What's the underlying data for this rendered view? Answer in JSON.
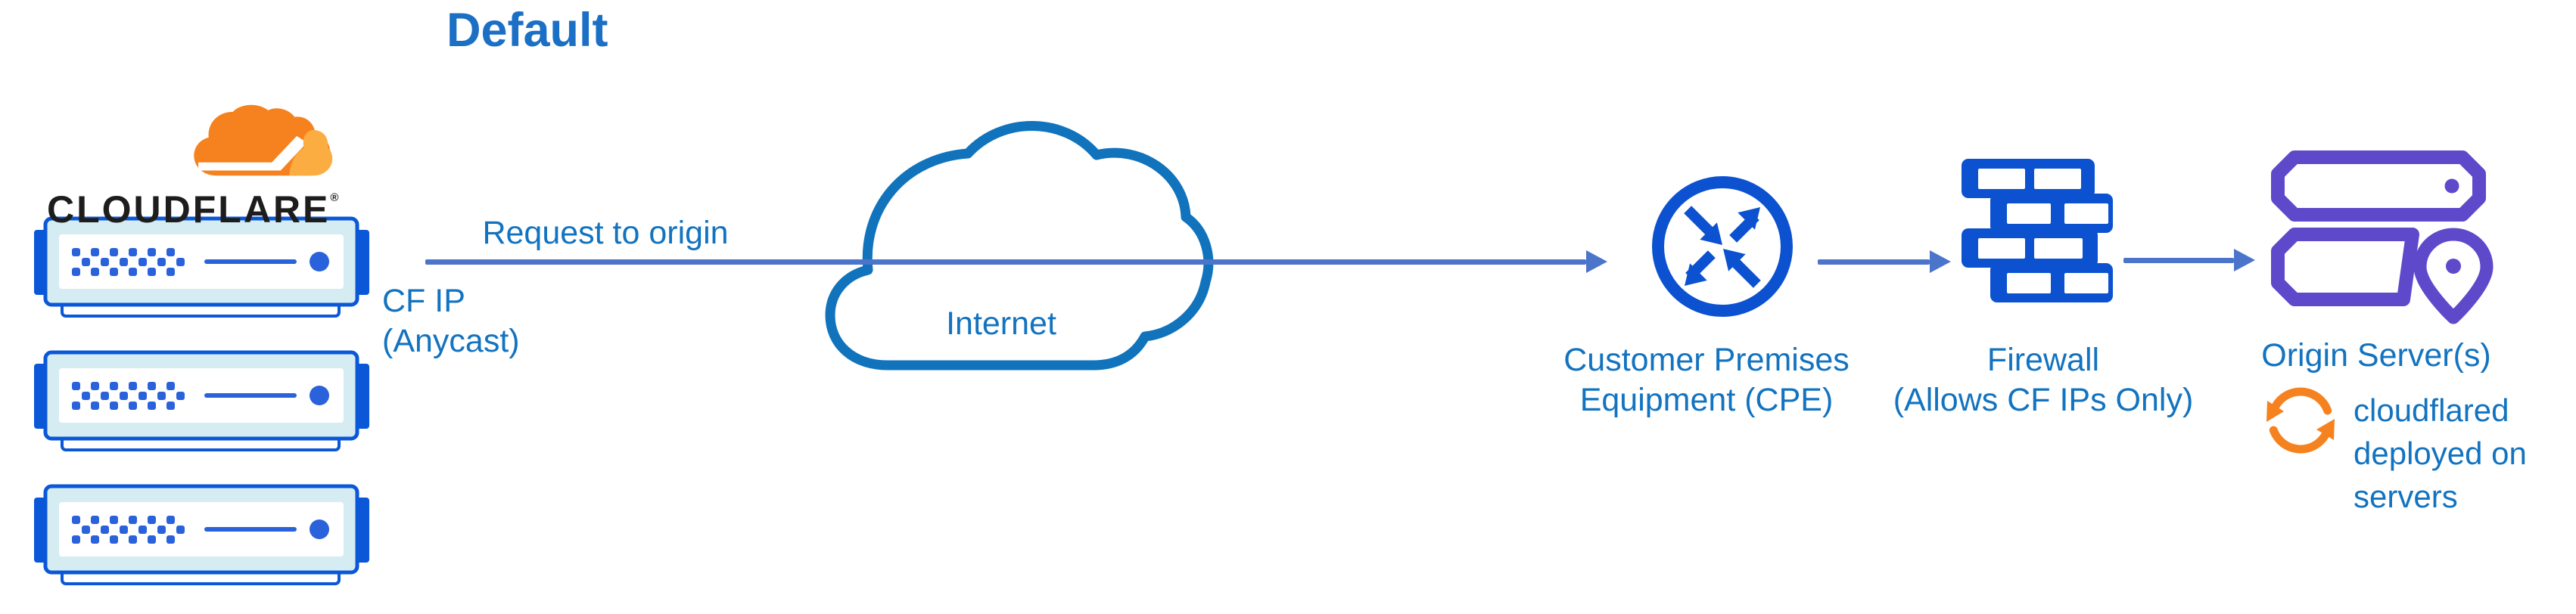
{
  "title": "Default",
  "colors": {
    "text-blue": "#1273C0",
    "title-blue": "#1B6FC4",
    "arrow-blue": "#4B74CB",
    "icon-blue": "#0C52D0",
    "server-blue": "#0A57D8",
    "server-dot-blue": "#2A62DB",
    "server-fill-light": "#D6ECF3",
    "cloud-blue": "#1173BC",
    "origin-purple": "#5F49CB",
    "cf-orange": "#F6821F",
    "cf-orange-light": "#FBAD41",
    "wordmark-black": "#1D1D1D"
  },
  "cloudflare_edge": {
    "wordmark": "CLOUDFLARE",
    "registered_mark": "®",
    "server_count": "3"
  },
  "flow": {
    "request_label": "Request to origin",
    "cf_ip_lines": [
      "CF IP",
      "(Anycast)"
    ]
  },
  "internet": {
    "label": "Internet"
  },
  "cpe": {
    "label_lines": [
      "Customer Premises",
      "Equipment (CPE)"
    ]
  },
  "firewall": {
    "label_lines": [
      "Firewall",
      "(Allows CF IPs Only)"
    ]
  },
  "origin": {
    "label": "Origin Server(s)",
    "note_lines": [
      "cloudflared",
      "deployed on",
      "servers"
    ]
  },
  "icons": {
    "cloudflare-logo-cloud-icon": "orange cloud with white flare",
    "server-rack-icon": "blue rack server with vent dots and power light",
    "internet-cloud-icon": "blue outlined cloud",
    "router-cpe-icon": "circle with four diagonal arrows",
    "firewall-brick-icon": "blue brick wall",
    "origin-servers-icon": "purple stacked servers",
    "location-pin-icon": "purple map pin",
    "sync-arrows-icon": "orange circular refresh arrows"
  }
}
